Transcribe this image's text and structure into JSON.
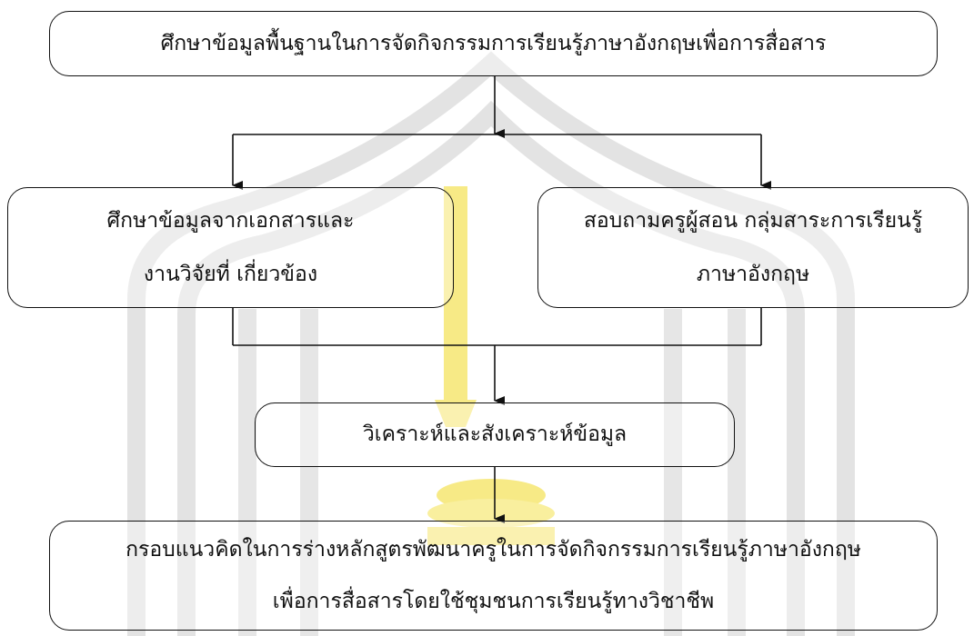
{
  "flowchart": {
    "top_box": {
      "text": "ศึกษาข้อมูลพื้นฐานในการจัดกิจกรรมการเรียนรู้ภาษาอังกฤษเพื่อการสื่อสาร"
    },
    "left_box": {
      "line1": "ศึกษาข้อมูลจากเอกสารและ",
      "line2": "งานวิจัยที่  เกี่ยวข้อง"
    },
    "right_box": {
      "line1": "สอบถามครูผู้สอน   กลุ่มสาระการเรียนรู้",
      "line2": "ภาษาอังกฤษ"
    },
    "middle_box": {
      "text": "วิเคราะห์และสังเคราะห์ข้อมูล"
    },
    "bottom_box": {
      "line1": "กรอบแนวคิดในการร่างหลักสูตรพัฒนาครูในการจัดกิจกรรมการเรียนรู้ภาษาอังกฤษ",
      "line2": "เพื่อการสื่อสารโดยใช้ชุมชนการเรียนรู้ทางวิชาชีพ"
    }
  },
  "colors": {
    "stroke": "#111111",
    "watermark_gray": "#d8d8d8",
    "watermark_yellow": "#f7ea86"
  }
}
